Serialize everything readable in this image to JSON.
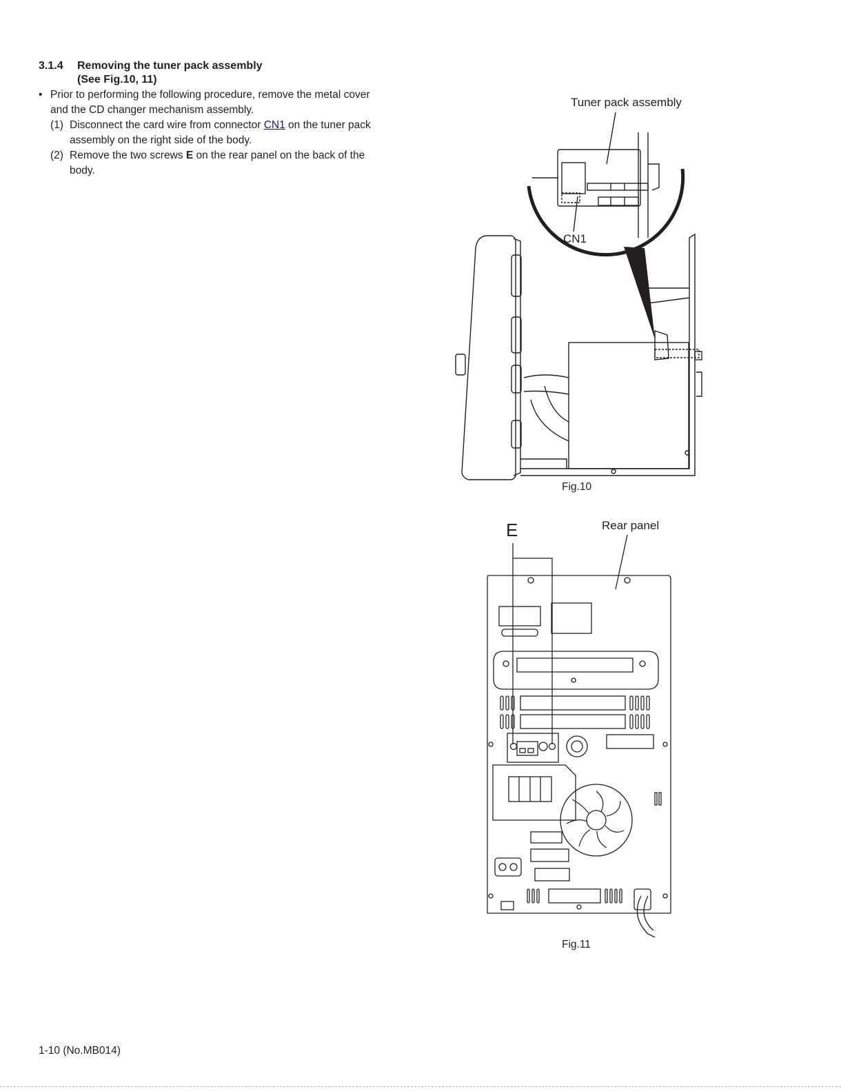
{
  "section": {
    "number": "3.1.4",
    "title": "Removing the tuner pack assembly",
    "subtitle": "(See Fig.10, 11)"
  },
  "bullet": {
    "symbol": "•",
    "text": "Prior to performing the following procedure, remove the metal cover and the CD changer mechanism assembly."
  },
  "steps": [
    {
      "no": "(1)",
      "before": "Disconnect the card wire from connector ",
      "link": "CN1",
      "after": " on the tuner pack assembly on the right side of the body."
    },
    {
      "no": "(2)",
      "before": "Remove the two screws ",
      "bold": "E",
      "after": "  on the rear panel on the back of the body."
    }
  ],
  "fig10": {
    "callout_label": "Tuner pack assembly",
    "connector_label": "CN1",
    "caption": "Fig.10"
  },
  "fig11": {
    "screw_label": "E",
    "panel_label": "Rear panel",
    "caption": "Fig.11"
  },
  "footer": "1-10 (No.MB014)"
}
